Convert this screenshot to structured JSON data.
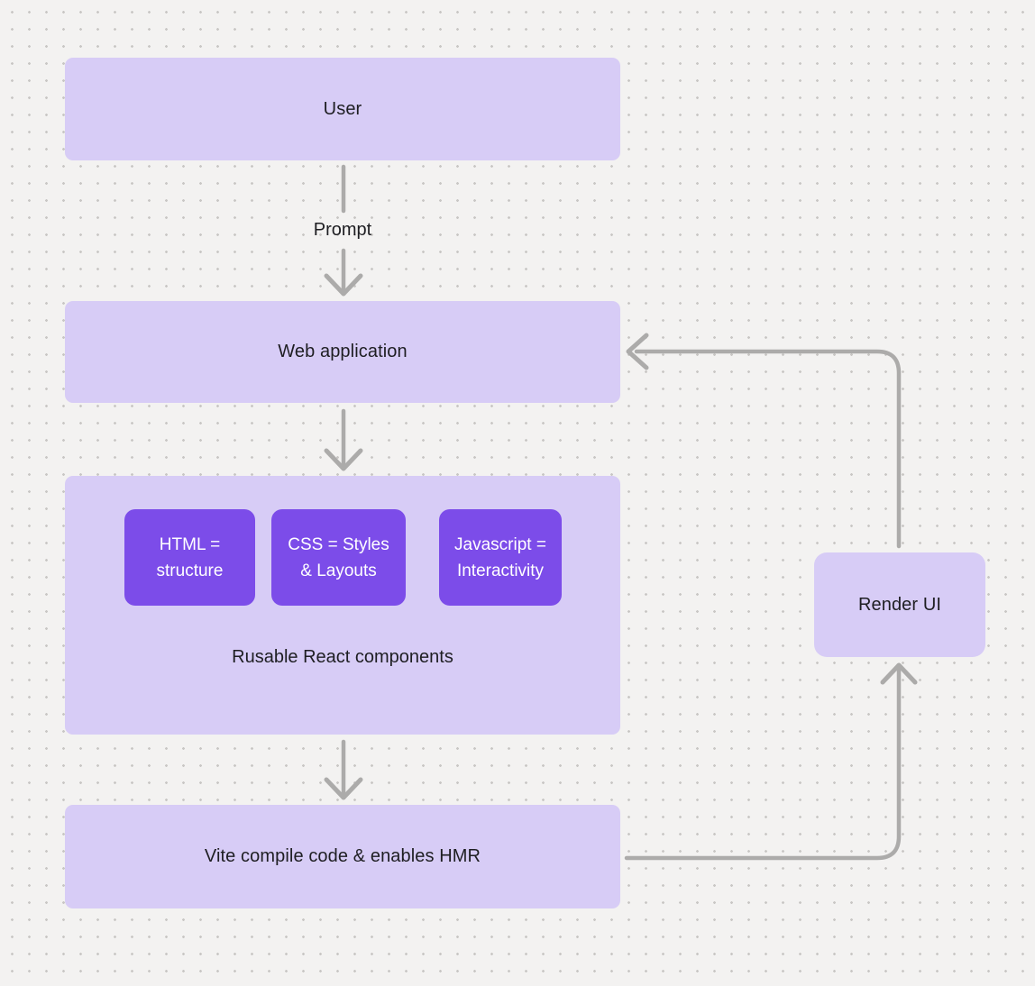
{
  "diagram": {
    "nodes": {
      "user": {
        "label": "User"
      },
      "web_application": {
        "label": "Web application"
      },
      "components": {
        "label": "Rusable React components",
        "chips": [
          {
            "label": "HTML =\nstructure"
          },
          {
            "label": "CSS = Styles\n& Layouts"
          },
          {
            "label": "Javascript =\nInteractivity"
          }
        ]
      },
      "vite": {
        "label": "Vite compile code & enables HMR"
      },
      "render_ui": {
        "label": "Render UI"
      }
    },
    "edges": [
      {
        "from": "user",
        "to": "web_application",
        "label": "Prompt"
      },
      {
        "from": "web_application",
        "to": "components",
        "label": ""
      },
      {
        "from": "components",
        "to": "vite",
        "label": ""
      },
      {
        "from": "vite",
        "to": "render_ui",
        "label": ""
      },
      {
        "from": "render_ui",
        "to": "web_application",
        "label": ""
      }
    ],
    "colors": {
      "background": "#f3f2f1",
      "dot_grid": "#c9c7c5",
      "node_fill": "#d7ccf6",
      "chip_fill": "#7c4ce9",
      "chip_text": "#ffffff",
      "node_text": "#1e1e22",
      "connector": "#acabaa"
    }
  }
}
